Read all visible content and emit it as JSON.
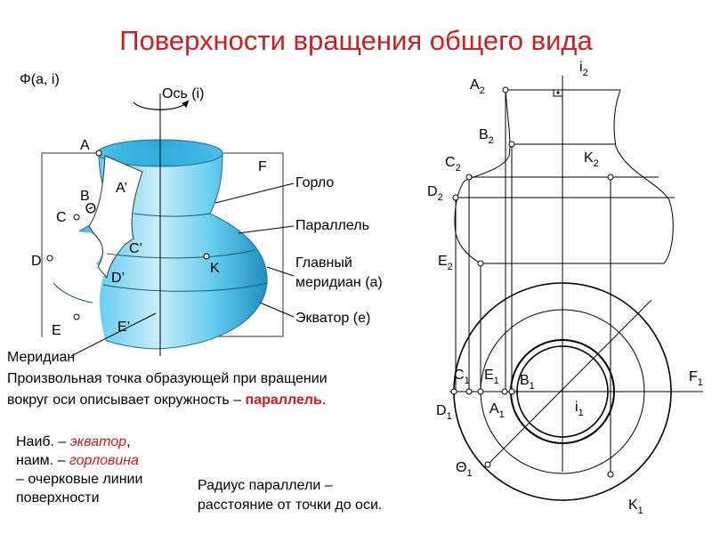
{
  "title": "Поверхности вращения общего вида",
  "left_figure": {
    "surface_label": "Φ(a, i)",
    "axis_label": "Ось (i)",
    "points": {
      "A": "A",
      "B": "B",
      "A_prime": "A’",
      "theta": "Θ",
      "C": "C",
      "D": "D",
      "E": "E",
      "C_prime": "C’",
      "D_prime": "D’",
      "E_prime": "E’",
      "K": "K",
      "F": "F"
    },
    "callouts": {
      "gorlo": "Горло",
      "parallel": "Параллель",
      "main_meridian_line1": "Главный",
      "main_meridian_line2": "меридиан (a)",
      "equator": "Экватор (e)",
      "meridian": "Меридиан"
    },
    "colors": {
      "surface_light": "#c9eefa",
      "surface_mid": "#63cdef",
      "surface_dark": "#1f8fbf"
    }
  },
  "right_figure": {
    "front_view": {
      "axis": {
        "base": "i",
        "sub": "2"
      },
      "points": [
        {
          "base": "A",
          "sub": "2"
        },
        {
          "base": "B",
          "sub": "2"
        },
        {
          "base": "C",
          "sub": "2"
        },
        {
          "base": "D",
          "sub": "2"
        },
        {
          "base": "E",
          "sub": "2"
        },
        {
          "base": "K",
          "sub": "2"
        }
      ]
    },
    "top_view": {
      "points": [
        {
          "base": "C",
          "sub": "1"
        },
        {
          "base": "E",
          "sub": "1"
        },
        {
          "base": "B",
          "sub": "1"
        },
        {
          "base": "F",
          "sub": "1"
        },
        {
          "base": "D",
          "sub": "1"
        },
        {
          "base": "A",
          "sub": "1"
        },
        {
          "base": "i",
          "sub": "1"
        },
        {
          "base": "Θ",
          "sub": "1"
        },
        {
          "base": "K",
          "sub": "1"
        }
      ]
    }
  },
  "body_text": {
    "line1": "Произвольная точка образующей при вращении",
    "line2_start": "вокруг оси описывает окружность – ",
    "line2_highlight": "параллель",
    "line2_end": "."
  },
  "note_left": {
    "l1_start": "Наиб. – ",
    "l1_highlight": "экватор",
    "l1_end": ",",
    "l2_start": "наим. – ",
    "l2_highlight": "горловина",
    "l3": "– очерковые линии",
    "l4": "поверхности"
  },
  "note_right": {
    "l1": "Радиус параллели –",
    "l2": "расстояние от точки до оси."
  }
}
